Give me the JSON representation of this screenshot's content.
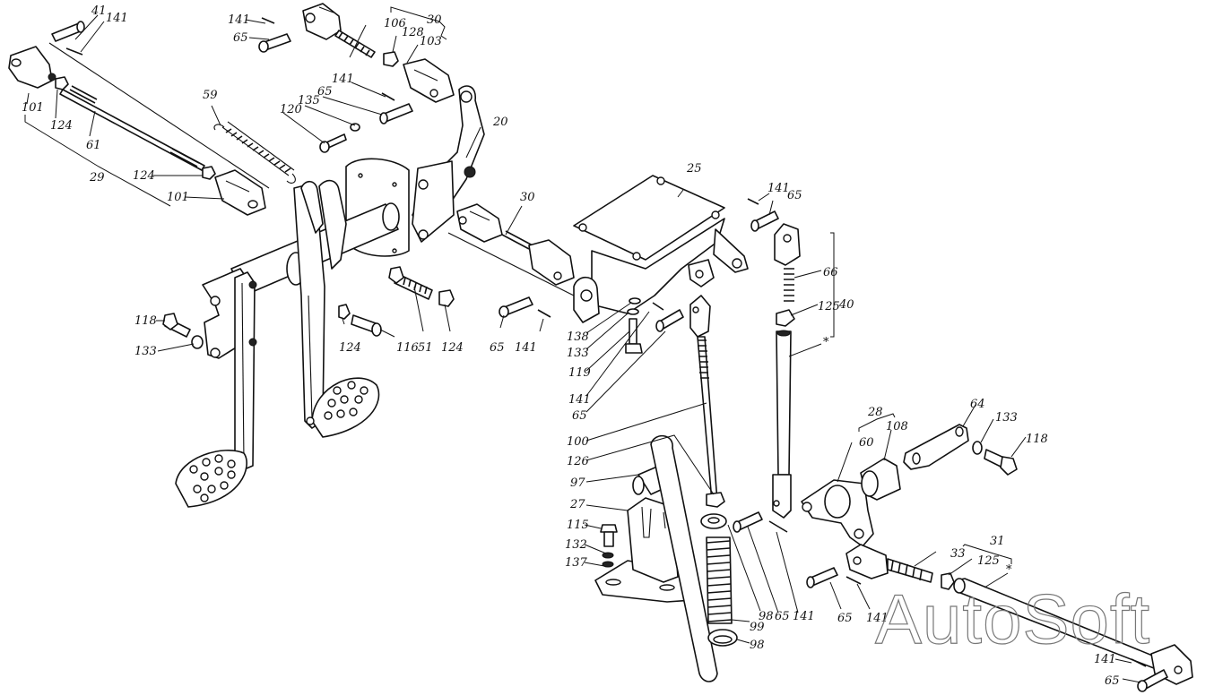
{
  "diagram": {
    "type": "exploded-parts-view",
    "subject": "pedal linkage assembly",
    "watermark": "AutoSoft",
    "star_marker": "*",
    "callouts": [
      {
        "id": "c41a",
        "label": "41"
      },
      {
        "id": "c141a",
        "label": "141"
      },
      {
        "id": "c101a",
        "label": "101"
      },
      {
        "id": "c124a",
        "label": "124"
      },
      {
        "id": "c61",
        "label": "61"
      },
      {
        "id": "c29",
        "label": "29"
      },
      {
        "id": "c124b",
        "label": "124"
      },
      {
        "id": "c101b",
        "label": "101"
      },
      {
        "id": "c59",
        "label": "59"
      },
      {
        "id": "c141b",
        "label": "141"
      },
      {
        "id": "c65a",
        "label": "65"
      },
      {
        "id": "c106",
        "label": "106"
      },
      {
        "id": "c128",
        "label": "128"
      },
      {
        "id": "c30a",
        "label": "30"
      },
      {
        "id": "c103",
        "label": "103"
      },
      {
        "id": "c141c",
        "label": "141"
      },
      {
        "id": "c65b",
        "label": "65"
      },
      {
        "id": "c135",
        "label": "135"
      },
      {
        "id": "c120",
        "label": "120"
      },
      {
        "id": "c20",
        "label": "20"
      },
      {
        "id": "c30b",
        "label": "30"
      },
      {
        "id": "c25",
        "label": "25"
      },
      {
        "id": "c141d",
        "label": "141"
      },
      {
        "id": "c65c",
        "label": "65"
      },
      {
        "id": "c66",
        "label": "66"
      },
      {
        "id": "c125a",
        "label": "125"
      },
      {
        "id": "c40",
        "label": "40"
      },
      {
        "id": "c118a",
        "label": "118"
      },
      {
        "id": "c133a",
        "label": "133"
      },
      {
        "id": "c124c",
        "label": "124"
      },
      {
        "id": "c116",
        "label": "116"
      },
      {
        "id": "c51",
        "label": "51"
      },
      {
        "id": "c124d",
        "label": "124"
      },
      {
        "id": "c65d",
        "label": "65"
      },
      {
        "id": "c141e",
        "label": "141"
      },
      {
        "id": "c138",
        "label": "138"
      },
      {
        "id": "c133b",
        "label": "133"
      },
      {
        "id": "c119",
        "label": "119"
      },
      {
        "id": "c141f",
        "label": "141"
      },
      {
        "id": "c65e",
        "label": "65"
      },
      {
        "id": "c100",
        "label": "100"
      },
      {
        "id": "c126",
        "label": "126"
      },
      {
        "id": "c97",
        "label": "97"
      },
      {
        "id": "c27",
        "label": "27"
      },
      {
        "id": "c115",
        "label": "115"
      },
      {
        "id": "c132",
        "label": "132"
      },
      {
        "id": "c137",
        "label": "137"
      },
      {
        "id": "c98a",
        "label": "98"
      },
      {
        "id": "c65f",
        "label": "65"
      },
      {
        "id": "c141g",
        "label": "141"
      },
      {
        "id": "c99",
        "label": "99"
      },
      {
        "id": "c98b",
        "label": "98"
      },
      {
        "id": "c28",
        "label": "28"
      },
      {
        "id": "c60",
        "label": "60"
      },
      {
        "id": "c108",
        "label": "108"
      },
      {
        "id": "c64",
        "label": "64"
      },
      {
        "id": "c133c",
        "label": "133"
      },
      {
        "id": "c118b",
        "label": "118"
      },
      {
        "id": "c31",
        "label": "31"
      },
      {
        "id": "c33",
        "label": "33"
      },
      {
        "id": "c125b",
        "label": "125"
      },
      {
        "id": "c65g",
        "label": "65"
      },
      {
        "id": "c141h",
        "label": "141"
      },
      {
        "id": "c141i",
        "label": "141"
      },
      {
        "id": "c65h",
        "label": "65"
      }
    ]
  }
}
